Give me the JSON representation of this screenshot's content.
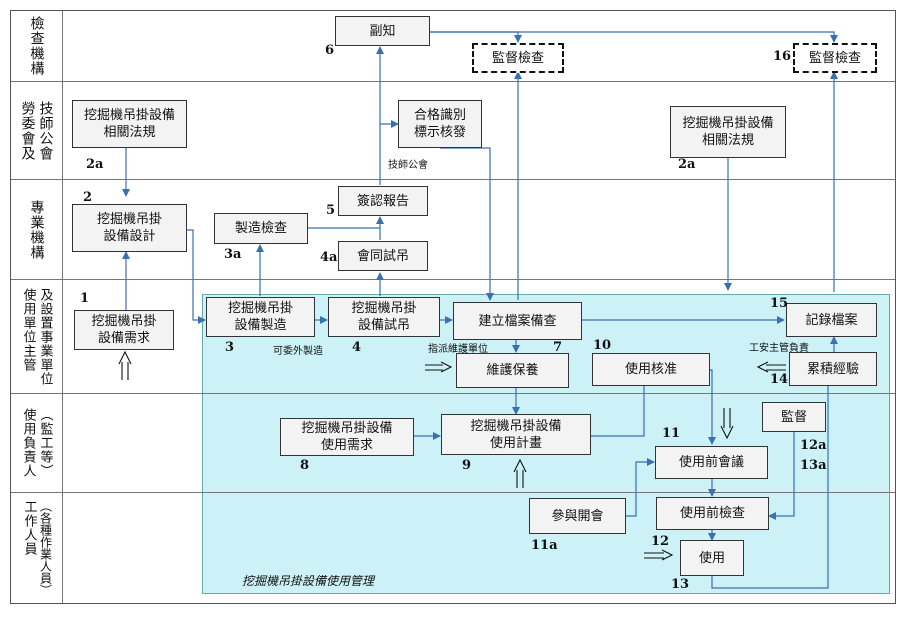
{
  "lanes": [
    {
      "label_cols": [
        "檢查機構"
      ]
    },
    {
      "label_cols": [
        "技師公會",
        "勞委會及"
      ]
    },
    {
      "label_cols": [
        "專業機構"
      ]
    },
    {
      "label_cols": [
        "及設置事業單位",
        "使用單位主管"
      ]
    },
    {
      "label_cols": [
        "（監工等）",
        "使用負責人"
      ]
    },
    {
      "label_cols": [
        "（各種作業人員）",
        "工作人員"
      ]
    }
  ],
  "nodes": {
    "fuzhi": "副知",
    "inspect_a": "監督檢查",
    "inspect_b": "監督檢查",
    "reg_left": "挖掘機吊掛設備\n相關法規",
    "cert": "合格識別\n標示核發",
    "reg_right": "挖掘機吊掛設備\n相關法規",
    "design": "挖掘機吊掛\n設備設計",
    "sign_report": "簽認報告",
    "mfg_check": "製造檢查",
    "joint_test": "會同試吊",
    "need1": "挖掘機吊掛\n設備需求",
    "mfg": "挖掘機吊掛\n設備製造",
    "test": "挖掘機吊掛\n設備試吊",
    "file": "建立檔案備查",
    "record": "記錄檔案",
    "maintain": "維護保養",
    "approve": "使用核准",
    "experience": "累積經驗",
    "need2": "挖掘機吊掛設備\n使用需求",
    "plan": "挖掘機吊掛設備\n使用計畫",
    "supervise": "監督",
    "pre_meeting": "使用前會議",
    "attend": "參與開會",
    "pre_check": "使用前檢查",
    "use": "使用"
  },
  "steps": {
    "s6": "6",
    "s16": "16",
    "s2a_l": "2a",
    "s2a_r": "2a",
    "s2": "2",
    "s5": "5",
    "s3a": "3a",
    "s4a": "4a",
    "s1": "1",
    "s3": "3",
    "s4": "4",
    "s7": "7",
    "s10": "10",
    "s15": "15",
    "s14": "14",
    "s8": "8",
    "s9": "9",
    "s11": "11",
    "s12a": "12a",
    "s13a": "13a",
    "s11a": "11a",
    "s12": "12",
    "s13": "13"
  },
  "notes": {
    "tech_guild": "技師公會",
    "outsource": "可委外製造",
    "assign_maint": "指派維護單位",
    "safety_mgr": "工安主管負責"
  },
  "caption": "挖掘機吊掛設備使用管理"
}
